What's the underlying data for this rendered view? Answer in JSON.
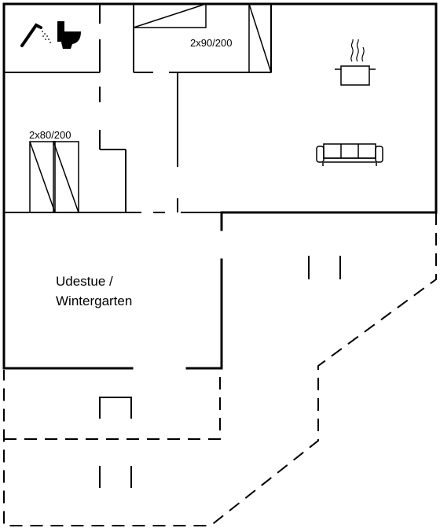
{
  "rooms": {
    "conservatory_line1": "Udestue /",
    "conservatory_line2": "Wintergarten"
  },
  "beds": {
    "upper_label": "2x90/200",
    "left_label": "2x80/200"
  },
  "icons": [
    "shower-icon",
    "toilet-icon",
    "cooking-pot-icon",
    "sofa-icon"
  ],
  "colors": {
    "line": "#000000",
    "background": "#ffffff"
  }
}
